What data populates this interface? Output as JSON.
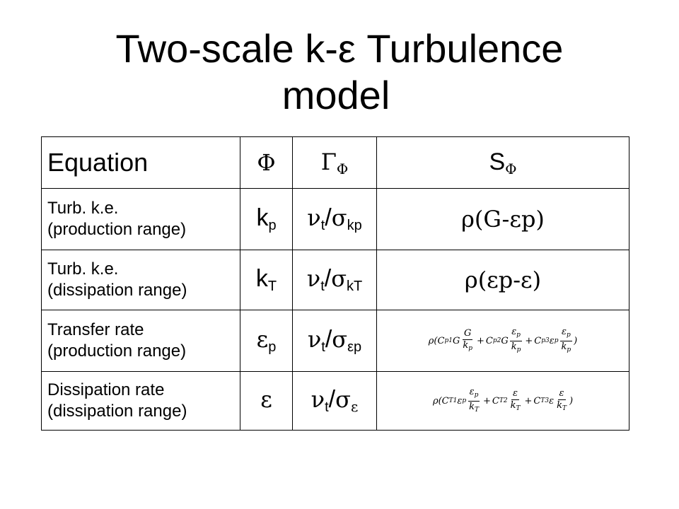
{
  "title": {
    "line1": "Two-scale k-ε Turbulence",
    "line2": "model"
  },
  "table": {
    "header": {
      "equation": "Equation",
      "phi": "Φ",
      "gamma_main": "Γ",
      "gamma_sub": "Φ",
      "s_main": "S",
      "s_sub": "Φ"
    },
    "rows": [
      {
        "desc_line1": "Turb. k.e.",
        "desc_line2": "(production range)",
        "phi_main": "k",
        "phi_sub": "p",
        "gamma_nu": "ν",
        "gamma_nu_sub": "t",
        "gamma_slash": "/",
        "gamma_sigma": "σ",
        "gamma_sigma_sub": "kp",
        "source": "ρ(G-εp)"
      },
      {
        "desc_line1": "Turb. k.e.",
        "desc_line2": "(dissipation range)",
        "phi_main": "k",
        "phi_sub": "T",
        "gamma_nu": "ν",
        "gamma_nu_sub": "t",
        "gamma_slash": "/",
        "gamma_sigma": "σ",
        "gamma_sigma_sub": "kT",
        "source": "ρ(εp-ε)"
      },
      {
        "desc_line1": "Transfer rate",
        "desc_line2": "(production range)",
        "phi_main": "ε",
        "phi_sub": "p",
        "gamma_nu": "ν",
        "gamma_nu_sub": "t",
        "gamma_slash": "/",
        "gamma_sigma": "σ",
        "gamma_sigma_sub": "εp",
        "formula": {
          "open": "ρ(",
          "t1_coef": "C",
          "t1_coef_sub": "p1",
          "t1_mul": "G",
          "t1_num": "G",
          "t1_den": "k",
          "t1_den_sub": "p",
          "plus": "+",
          "t2_coef": "C",
          "t2_coef_sub": "p2",
          "t2_mul": "G",
          "t2_num": "ε",
          "t2_num_sub": "p",
          "t2_den": "k",
          "t2_den_sub": "p",
          "t3_coef": "C",
          "t3_coef_sub": "p3",
          "t3_mul": "ε",
          "t3_mul_sub": "p",
          "t3_num": "ε",
          "t3_num_sub": "p",
          "t3_den": "k",
          "t3_den_sub": "p",
          "close": ")"
        }
      },
      {
        "desc_line1": "Dissipation rate",
        "desc_line2": "(dissipation range)",
        "phi_main": "ε",
        "phi_sub": "",
        "gamma_nu": "ν",
        "gamma_nu_sub": "t",
        "gamma_slash": "/",
        "gamma_sigma": "σ",
        "gamma_sigma_sub": "ε",
        "formula": {
          "open": "ρ(",
          "t1_coef": "C",
          "t1_coef_sub": "T1",
          "t1_mul": "ε",
          "t1_mul_sub": "p",
          "t1_num": "ε",
          "t1_num_sub": "p",
          "t1_den": "k",
          "t1_den_sub": "T",
          "plus": "+",
          "t2_coef": "C",
          "t2_coef_sub": "T2",
          "t2_num": "ε",
          "t2_den": "k",
          "t2_den_sub": "T",
          "t3_coef": "C",
          "t3_coef_sub": "T3",
          "t3_mul": "ε",
          "t3_num": "ε",
          "t3_den": "k",
          "t3_den_sub": "T",
          "close": ")"
        }
      }
    ]
  }
}
